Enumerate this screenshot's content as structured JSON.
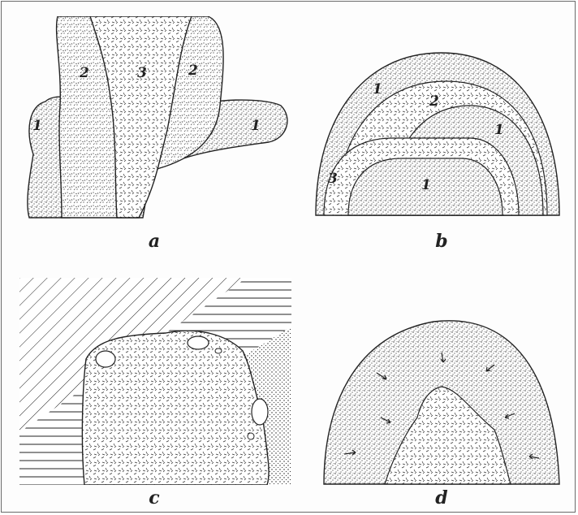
{
  "figure": {
    "panels": [
      {
        "id": "a",
        "caption": "a",
        "zone_labels": [
          "1",
          "2",
          "3",
          "2",
          "1"
        ]
      },
      {
        "id": "b",
        "caption": "b",
        "zone_labels": [
          "1",
          "2",
          "1",
          "3",
          "1"
        ]
      },
      {
        "id": "c",
        "caption": "c",
        "zone_labels": []
      },
      {
        "id": "d",
        "caption": "d",
        "zone_labels": []
      }
    ]
  },
  "colors": {
    "ink": "#2a2a2a",
    "background": "#fdfdfd",
    "frame": "#6a6a6a"
  }
}
